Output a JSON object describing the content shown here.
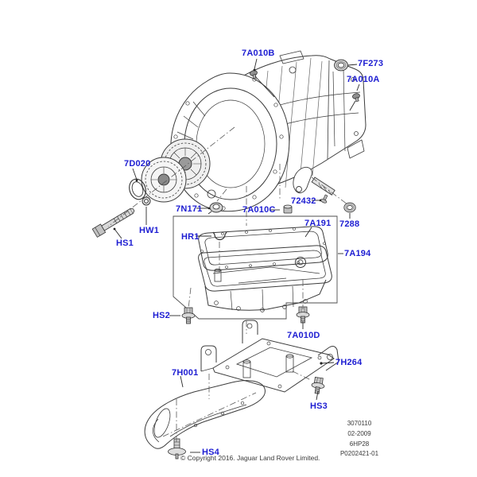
{
  "diagram": {
    "label_color": "#1d1dd2",
    "line_color": "#3b3b3b",
    "labels": {
      "a010b": "7A010B",
      "f273": "7F273",
      "a010a": "7A010A",
      "d020": "7D020",
      "n171": "7N171",
      "a010c": "7A010C",
      "p72432": "72432",
      "p7288": "7288",
      "a191": "7A191",
      "a194": "7A194",
      "hr1": "HR1",
      "hw1": "HW1",
      "hs1": "HS1",
      "hs2": "HS2",
      "a010d": "7A010D",
      "h264": "7H264",
      "h001": "7H001",
      "hs3": "HS3",
      "hs4": "HS4"
    },
    "footer": {
      "codes": [
        "3070110",
        "02-2009",
        "6HP28",
        "P0202421-01"
      ],
      "copyright": "© Copyright 2016. Jaguar Land Rover Limited."
    }
  }
}
